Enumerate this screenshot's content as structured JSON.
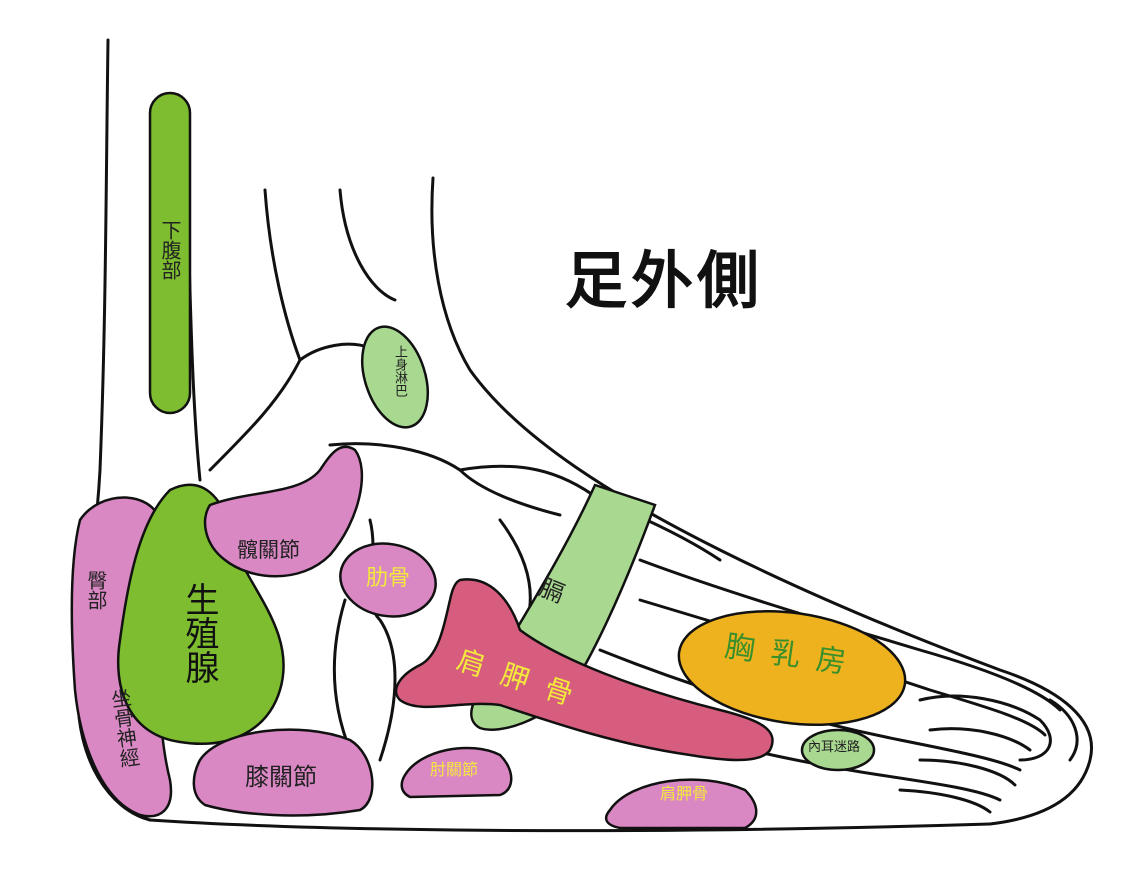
{
  "title": "足外側",
  "colors": {
    "outline": "#111111",
    "green_dark": "#7dbd2f",
    "green_light": "#a9d990",
    "pink": "#d988c4",
    "red": "#d65d7d",
    "orange": "#efb21f",
    "yellow_text": "#f3e93d"
  },
  "zones": {
    "lower_abdomen": "下腹部",
    "gonad": "生殖腺",
    "upper_lymph": "上身淋巴",
    "hip_joint": "髖關節",
    "rib": "肋骨",
    "buttock": "臀部",
    "sciatic_nerve": "坐骨神經",
    "scapula_main": "肩胛骨",
    "diaphragm": "膈",
    "chest_breast": "胸乳房",
    "inner_ear": "內耳迷路",
    "knee_joint": "膝關節",
    "elbow_joint": "肘關節",
    "scapula_small": "肩胛骨"
  }
}
